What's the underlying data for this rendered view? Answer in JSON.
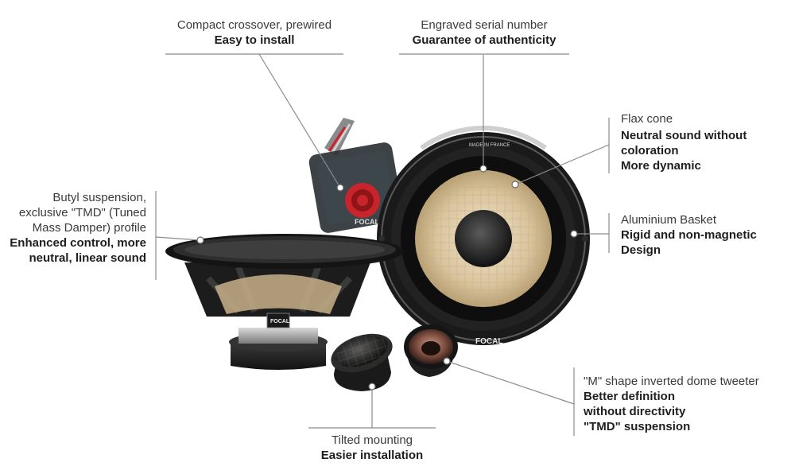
{
  "callouts": {
    "crossover": {
      "line1": "Compact crossover, prewired",
      "bold1": "Easy to install"
    },
    "serial": {
      "line1": "Engraved serial number",
      "bold1": "Guarantee of authenticity"
    },
    "flax": {
      "line1": "Flax cone",
      "bold1": "Neutral sound without",
      "bold2": "coloration",
      "bold3": "More dynamic"
    },
    "basket": {
      "line1": "Aluminium Basket",
      "bold1": "Rigid and non-magnetic",
      "bold2": "Design"
    },
    "butyl": {
      "line1": "Butyl suspension,",
      "line2": "exclusive \"TMD\" (Tuned",
      "line3": "Mass Damper) profile",
      "bold1": "Enhanced control, more",
      "bold2": "neutral, linear sound"
    },
    "tweeter": {
      "line1": "\"M\" shape inverted dome tweeter",
      "bold1": "Better definition",
      "bold2": "without directivity",
      "bold3": "\"TMD\" suspension"
    },
    "tilted": {
      "line1": "Tilted mounting",
      "bold1": "Easier installation"
    }
  },
  "product_markings": {
    "brand": "FOCAL",
    "ring_text": "MADE IN FRANCE"
  },
  "colors": {
    "leader_line": "#8c8c8c",
    "text": "#2b2b2b",
    "speaker_black": "#1c1c1c",
    "flax": "#d9c9a8",
    "crossover_red": "#c8242b"
  }
}
